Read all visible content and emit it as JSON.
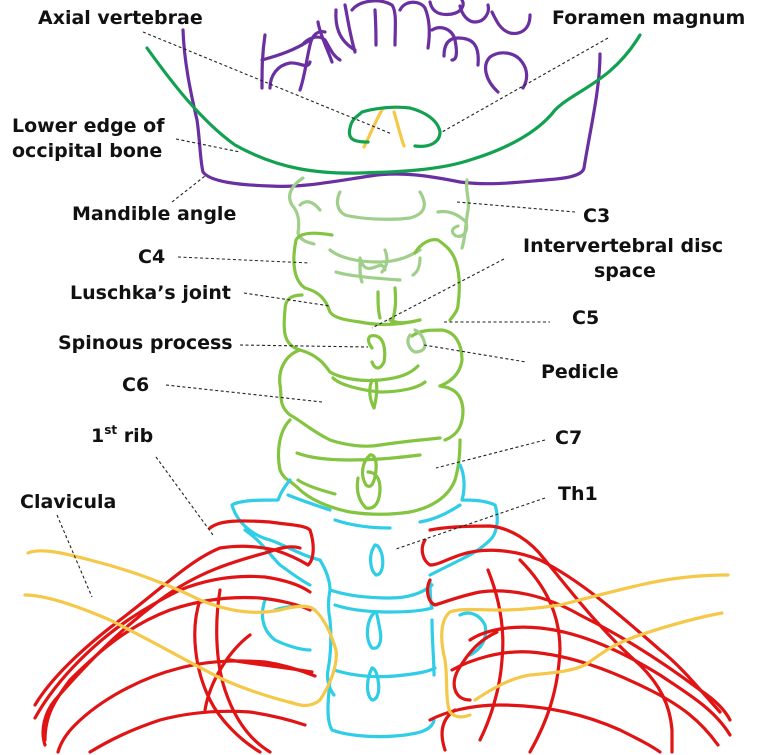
{
  "diagram": {
    "title": "Cervical spine anterior view (X-ray line drawing)",
    "colors": {
      "skull_mandible": "#6a2fa0",
      "occipital": "#12a150",
      "axial": "#f5c84a",
      "c3": "#9fcf8a",
      "cervical": "#84c441",
      "thoracic": "#2fcde6",
      "ribs": "#e01414",
      "clavicula": "#f5c84a",
      "leader": "#222222"
    },
    "labels": {
      "axial_vertebrae": "Axial vertebrae",
      "foramen_magnum": "Foramen magnum",
      "lower_edge_occipital_1": "Lower edge of",
      "lower_edge_occipital_2": "occipital bone",
      "mandible_angle": "Mandible angle",
      "c3": "C3",
      "c4": "C4",
      "intervertebral_1": "Intervertebral disc",
      "intervertebral_2": "space",
      "luschka": "Luschka’s joint",
      "c5": "C5",
      "spinous_process": "Spinous process",
      "pedicle": "Pedicle",
      "c6": "C6",
      "first_rib_num": "1",
      "first_rib_sup": "st",
      "first_rib_word": " rib",
      "c7": "C7",
      "th1": "Th1",
      "clavicula": "Clavicula"
    }
  }
}
